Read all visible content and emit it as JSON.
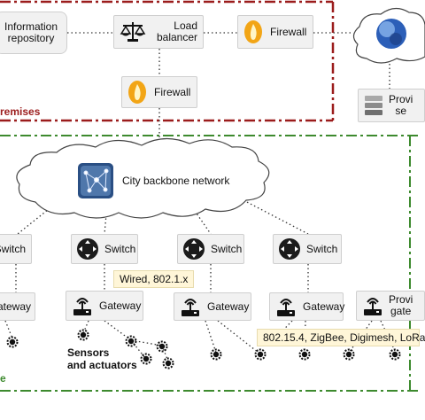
{
  "colors": {
    "premises_border": "#9b1c1c",
    "city_border": "#3d8a2e",
    "node_bg": "#f1f1f1",
    "note_bg": "#fff6d8",
    "link": "#333333"
  },
  "premises": {
    "label": "remises",
    "info_repository": "Information\nrepository",
    "load_balancer": "Load\nbalancer",
    "firewall_top": "Firewall",
    "firewall_mid": "Firewall"
  },
  "provider": {
    "server_label": "Provi\nse",
    "gateway_label": "Provi\ngate"
  },
  "city": {
    "backbone_label": "City backbone network",
    "switches": [
      "Switch",
      "Switch",
      "Switch",
      "Switch"
    ],
    "gateways": [
      "ateway",
      "Gateway",
      "Gateway",
      "Gateway"
    ],
    "wired_note": "Wired, 802.1.x",
    "wireless_note": "802.15.4, ZigBee, Digimesh, LoRa",
    "sensors_label": "Sensors\nand actuators",
    "edge_label": "e"
  },
  "icons": {
    "balance": "balance-scale-icon",
    "firewall": "flame-icon",
    "globe": "globe-icon",
    "network": "network-mesh-icon",
    "switch": "switch-arrows-icon",
    "gateway": "router-antenna-icon",
    "server": "server-stack-icon",
    "sensor": "gear-sensor-icon"
  }
}
